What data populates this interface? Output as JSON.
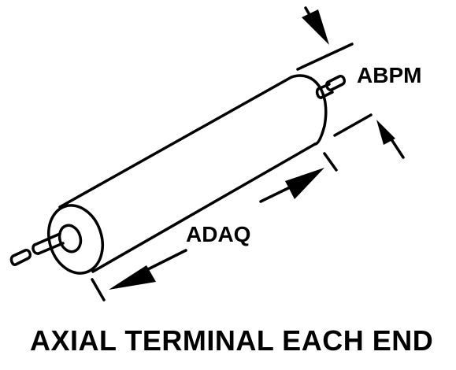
{
  "labels": {
    "diameter": "ABPM",
    "length": "ADAQ"
  },
  "caption": "AXIAL TERMINAL EACH END",
  "colors": {
    "ink": "#000000",
    "background": "#ffffff"
  }
}
